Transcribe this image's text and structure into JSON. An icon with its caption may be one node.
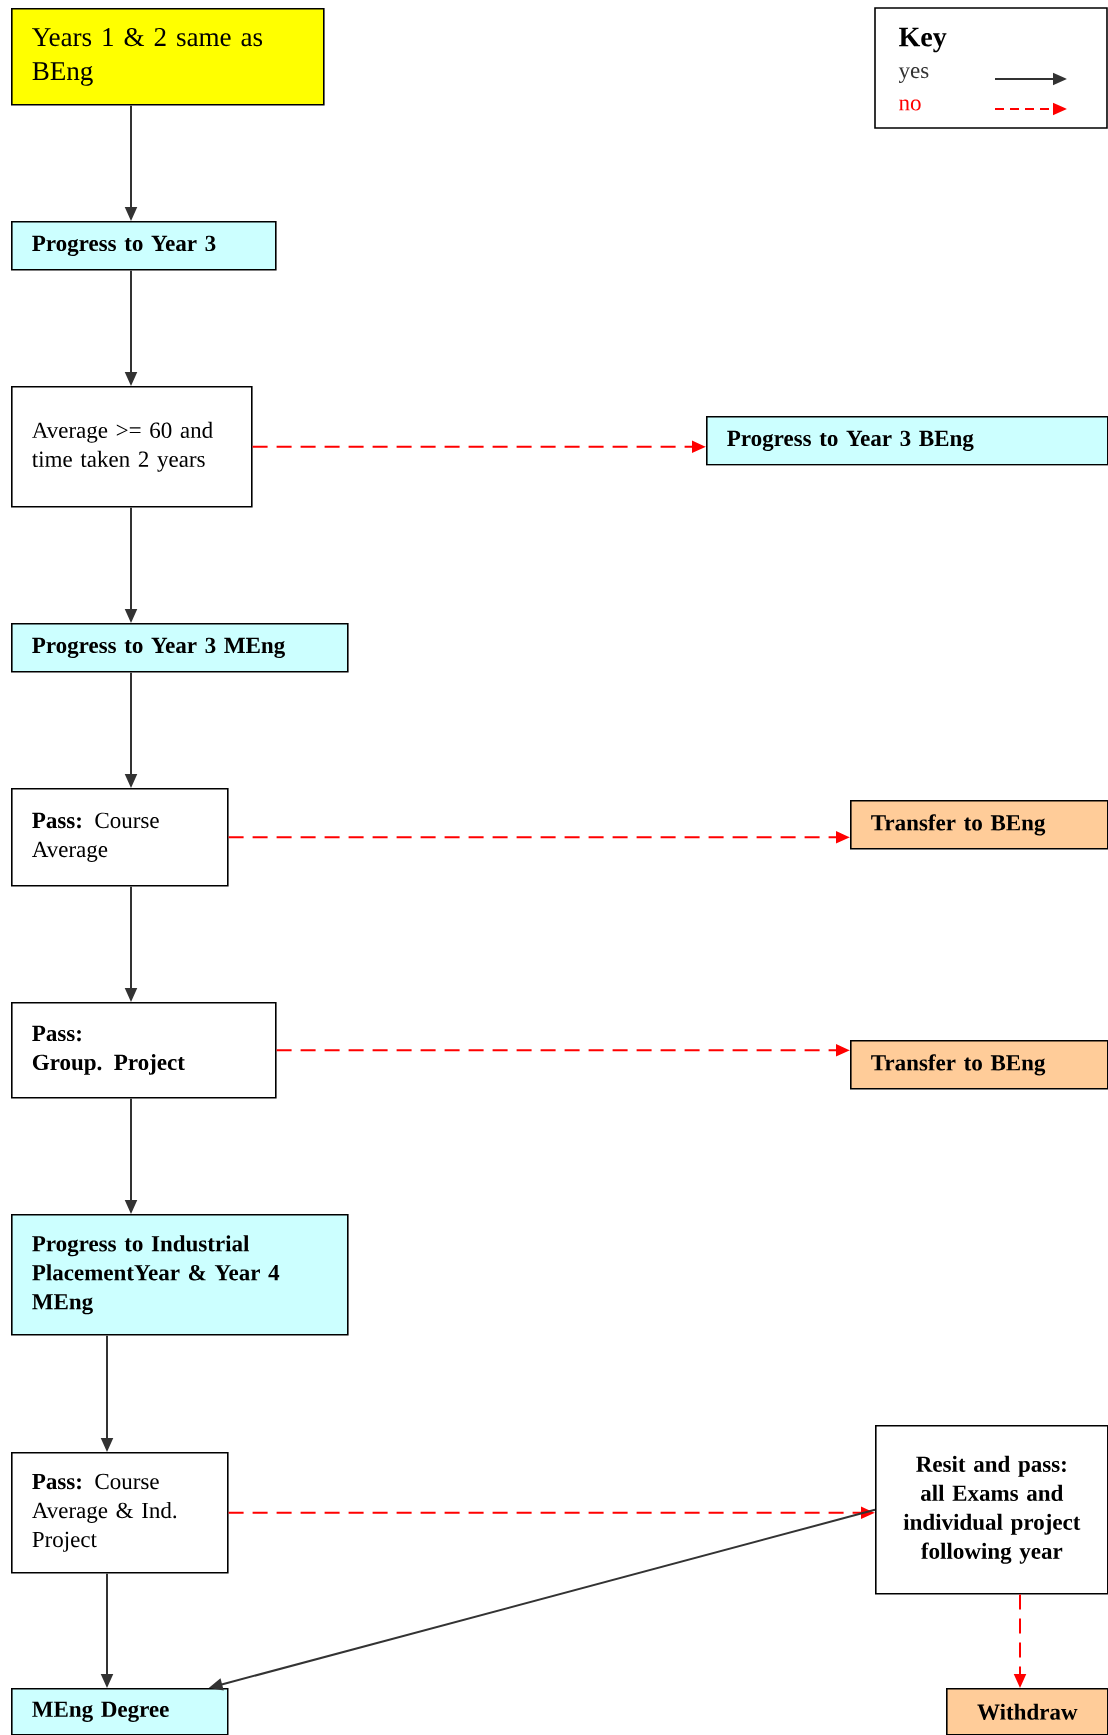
{
  "diagram": {
    "nodes": [
      {
        "text": [
          "Years 1 & 2 same as BEng"
        ]
      },
      {
        "text": [
          "Progress to Year 3"
        ]
      },
      {
        "text": [
          "Average >= 60 and time taken 2 years"
        ]
      },
      {
        "text": [
          "Progress to Year 3 BEng"
        ]
      },
      {
        "text": [
          "Progress to Year 3 MEng"
        ]
      },
      {
        "text": [
          "**Pass:** Course Average"
        ]
      },
      {
        "text": [
          "Transfer to BEng"
        ]
      },
      {
        "text": [
          "Pass:",
          "Group. Project"
        ]
      },
      {
        "text": [
          "Transfer to BEng"
        ]
      },
      {
        "text": [
          "Progress to Industrial PlacementYear & Year 4 MEng"
        ]
      },
      {
        "text": [
          "**Pass:** Course Average & Ind. Project"
        ]
      },
      {
        "text": [
          "Resit and pass:",
          "all Exams and individual project following year"
        ]
      },
      {
        "text": [
          "MEng Degree"
        ]
      },
      {
        "text": [
          "Withdraw"
        ]
      }
    ],
    "edges": [
      {
        "from": 0,
        "to": 1,
        "arrow": "to"
      },
      {
        "from": 1,
        "to": 2,
        "arrow": "to"
      },
      {
        "from": 2,
        "to": 3,
        "arrow": "to",
        "style": "dashed",
        "color": "#ff0000"
      },
      {
        "from": 2,
        "to": 4,
        "arrow": "to"
      },
      {
        "from": 4,
        "to": 5,
        "arrow": "to"
      },
      {
        "from": 5,
        "to": 6,
        "arrow": "to",
        "style": "dashed",
        "color": "#ff0000"
      },
      {
        "from": 5,
        "to": 7,
        "arrow": "to"
      },
      {
        "from": 7,
        "to": 8,
        "arrow": "to",
        "style": "dashed",
        "color": "#ff0000"
      },
      {
        "from": 7,
        "to": 9,
        "arrow": "to"
      },
      {
        "from": 9,
        "to": 10,
        "arrow": "to"
      },
      {
        "from": 10,
        "to": 11,
        "arrow": "to",
        "style": "dashed",
        "color": "#ff0000"
      },
      {
        "from": 10,
        "to": 12,
        "arrow": "to"
      },
      {
        "from": 11,
        "to": 12,
        "arrow": "to"
      },
      {
        "from": 11,
        "to": 13,
        "arrow": "to",
        "style": "dashed",
        "color": "#ff0000"
      }
    ],
    "labels": [
      "Key"
    ],
    "legend": [
      {
        "text": "yes"
      },
      {
        "text": "no"
      }
    ]
  }
}
